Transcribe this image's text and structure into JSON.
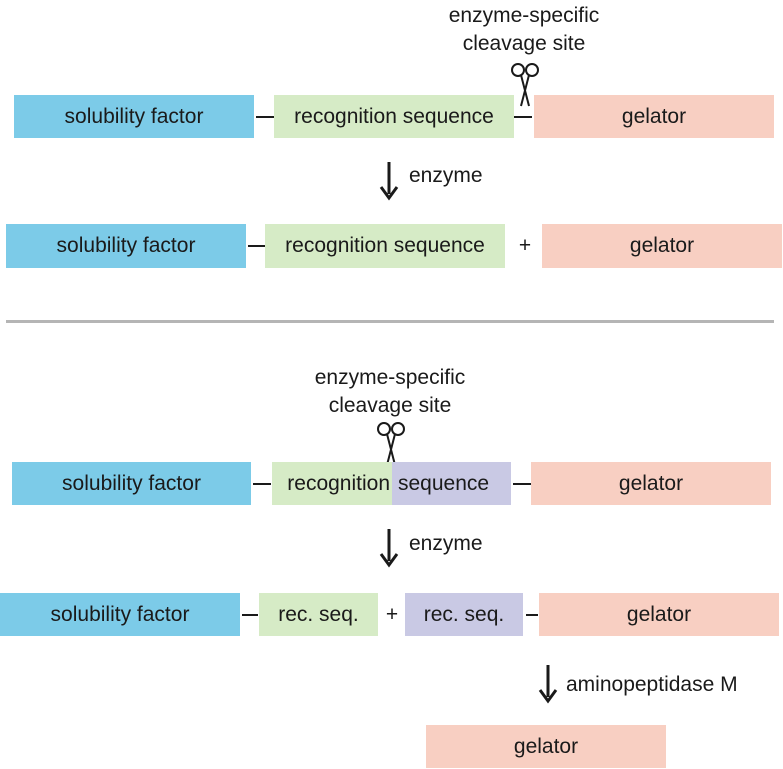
{
  "top": {
    "cleavage_label_line1": "enzyme-specific",
    "cleavage_label_line2": "cleavage site",
    "row1": {
      "solubility": "solubility factor",
      "recognition": "recognition sequence",
      "gelator": "gelator"
    },
    "arrow_label": "enzyme",
    "row2": {
      "solubility": "solubility factor",
      "recognition": "recognition sequence",
      "plus": "+",
      "gelator": "gelator"
    }
  },
  "bottom": {
    "cleavage_label_line1": "enzyme-specific",
    "cleavage_label_line2": "cleavage site",
    "row1": {
      "solubility": "solubility factor",
      "recognition_part1": "recognition",
      "recognition_part2": "sequence",
      "gelator": "gelator"
    },
    "arrow_label": "enzyme",
    "row2": {
      "solubility": "solubility factor",
      "rec1": "rec. seq.",
      "plus": "+",
      "rec2": "rec. seq.",
      "gelator": "gelator"
    },
    "arrow2_label": "aminopeptidase M",
    "row3": {
      "gelator": "gelator"
    }
  },
  "colors": {
    "solubility": "#7ccbe8",
    "recognition": "#d6ebc6",
    "sequence_second": "#c9c9e4",
    "gelator": "#f8cfc2",
    "separator": "#b5b5b5"
  }
}
